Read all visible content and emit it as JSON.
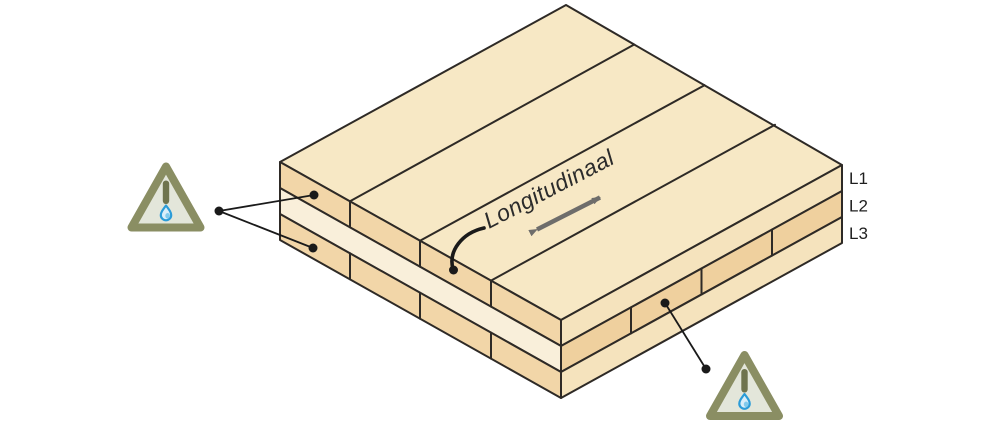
{
  "diagram": {
    "title_hint": "3-layer cross-laminated timber panel",
    "direction_label": "Longitudinaal",
    "layer_labels": [
      "L1",
      "L2",
      "L3"
    ],
    "icons": {
      "left": "moisture-warning-icon",
      "right": "moisture-warning-icon",
      "triangle": "warning-triangle-icon",
      "drop": "water-drop-icon"
    }
  },
  "colors": {
    "background": "#FFFFFF",
    "face_top": "#F7E8C5",
    "side_se": "#F5E3BD",
    "side_sw": "#F9EFDA",
    "end_grain_sw": "#F2D6A8",
    "end_grain_se": "#EFD09E",
    "outline": "#2E2A26",
    "leader": "#1A1A1A",
    "arrow": "#6E6D6B",
    "label": "#1F1F1F",
    "triangle_stroke": "#8A8E63",
    "triangle_fill": "#E3E6DA",
    "exclamation": "#6F744E",
    "drop_stroke": "#2B9CD8",
    "drop_fill": "#D9EEF9",
    "drop_accent": "#7CC7EB"
  }
}
